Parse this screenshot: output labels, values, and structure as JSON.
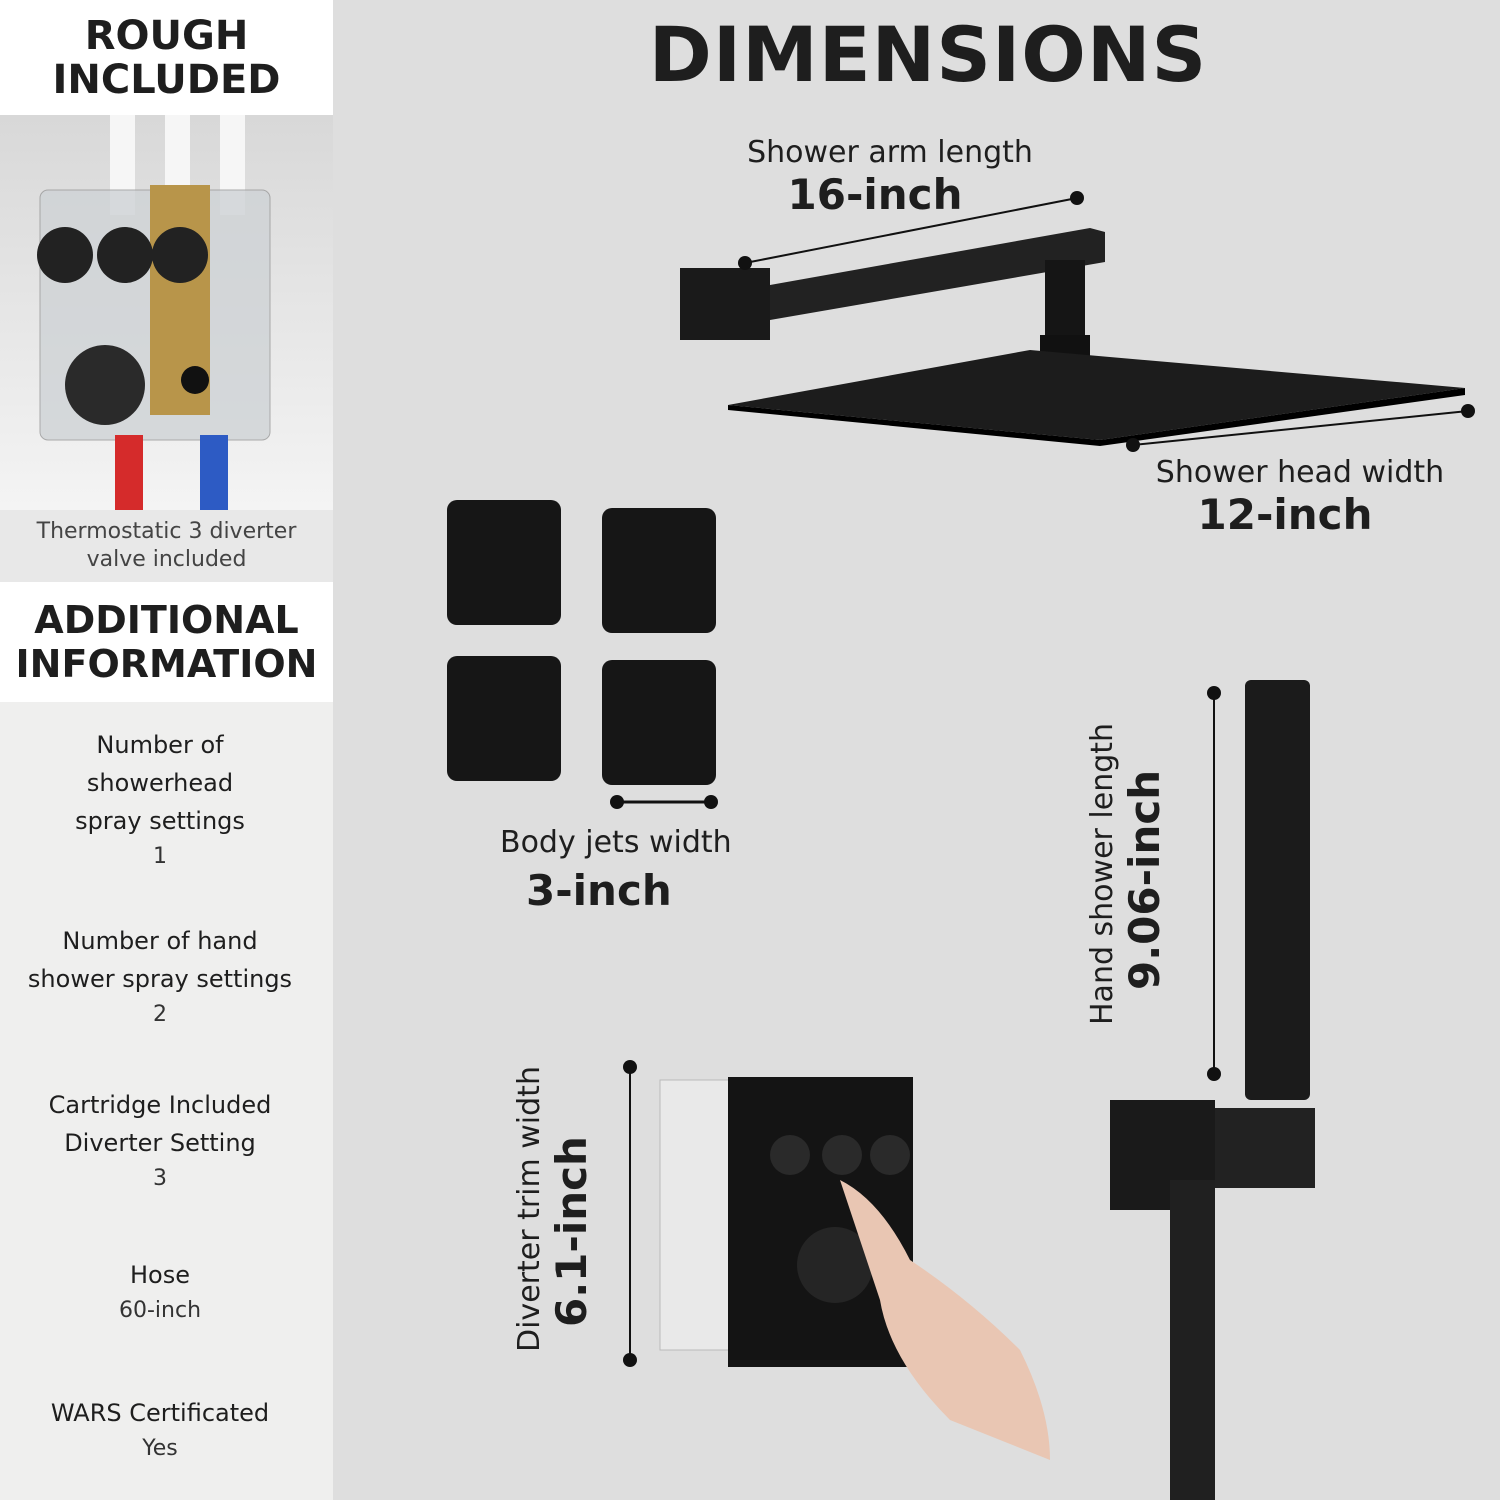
{
  "left_panel": {
    "header": [
      "ROUGH",
      "INCLUDED"
    ],
    "photo_caption": [
      "Thermostatic 3 diverter",
      "valve included"
    ],
    "additional_header": [
      "ADDITIONAL",
      "INFORMATION"
    ],
    "specs": [
      {
        "label": [
          "Number of",
          "showerhead",
          "spray settings"
        ],
        "value": "1"
      },
      {
        "label": [
          "Number of hand",
          "shower spray settings"
        ],
        "value": "2"
      },
      {
        "label": [
          "Cartridge Included",
          "Diverter Setting"
        ],
        "value": "3"
      },
      {
        "label": [
          "Hose"
        ],
        "value": "60-inch"
      },
      {
        "label": [
          "WARS Certificated"
        ],
        "value": "Yes"
      }
    ]
  },
  "main": {
    "title": "DIMENSIONS",
    "shower_arm": {
      "label": "Shower arm length",
      "value": "16-inch"
    },
    "shower_head": {
      "label": "Shower head width",
      "value": "12-inch"
    },
    "body_jets": {
      "label": "Body jets width",
      "value": "3-inch"
    },
    "hand_shower": {
      "label": "Hand shower length",
      "value": "9.06-inch"
    },
    "diverter_trim": {
      "label": "Diverter trim width",
      "value": "6.1-inch"
    }
  }
}
